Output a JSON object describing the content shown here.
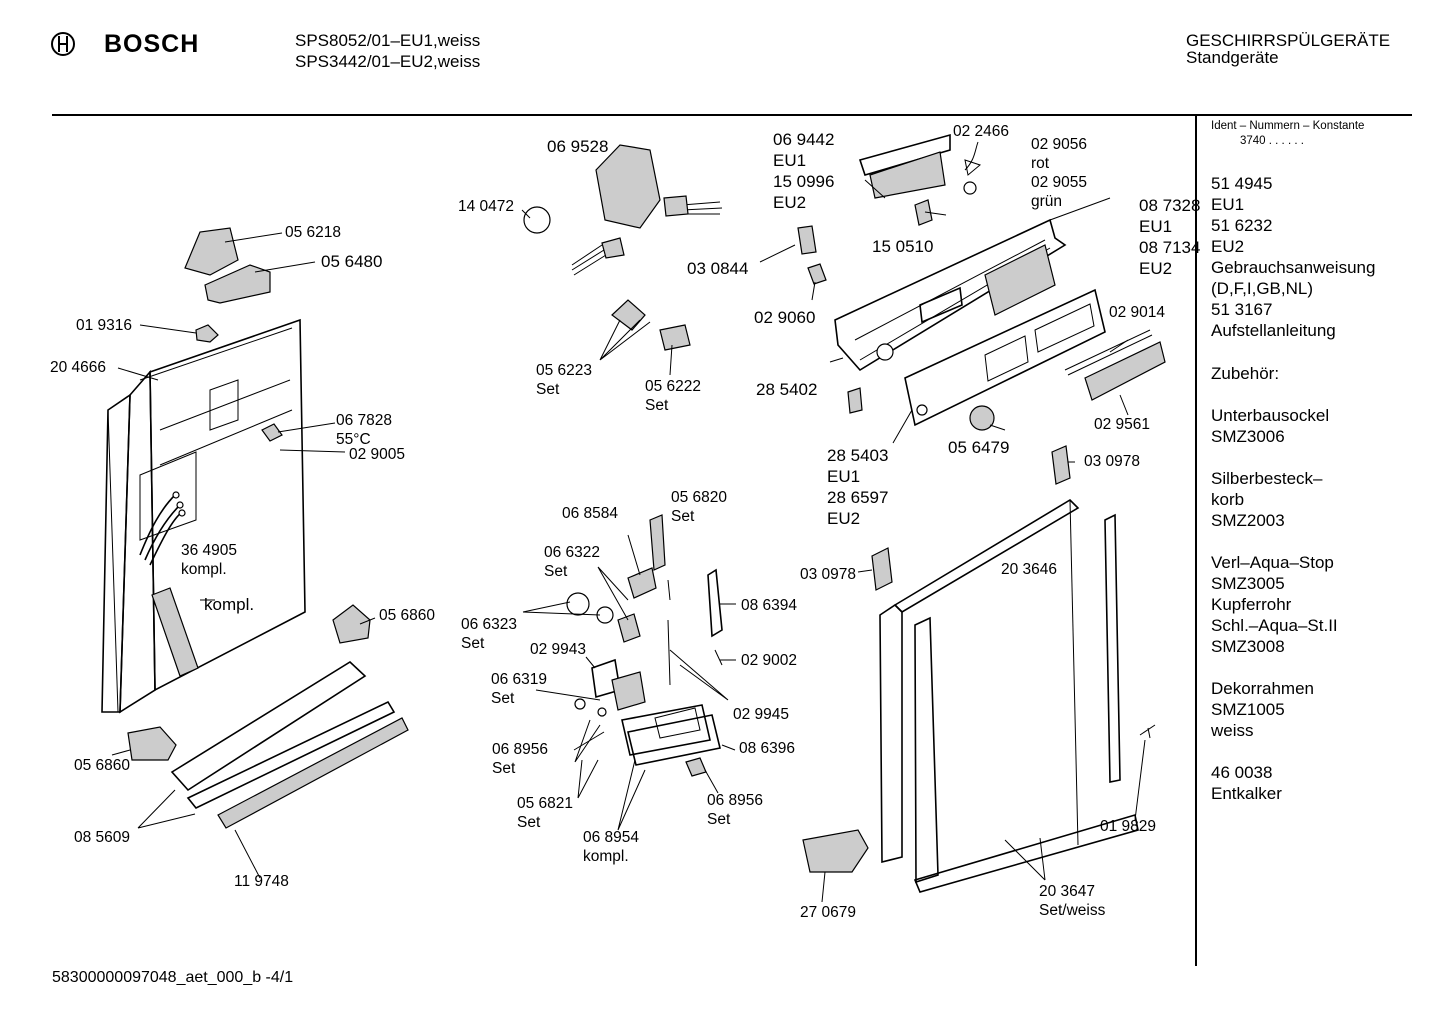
{
  "header": {
    "brand": "BOSCH",
    "model_line_1": "SPS8052/01–EU1,weiss",
    "model_line_2": "SPS3442/01–EU2,weiss",
    "category_line_1": "GESCHIRRSPÜLGERÄTE",
    "category_line_2": "Standgeräte"
  },
  "footer": {
    "doc_code": "58300000097048_aet_000_b -4/1"
  },
  "sidebar": {
    "ident_title": "Ident – Nummern – Konstante",
    "ident_value": "3740 .  .  .  .  .  .",
    "lines": [
      "51 4945",
      "EU1",
      "51 6232",
      "EU2",
      "Gebrauchsanweisung",
      "(D,F,I,GB,NL)",
      "51 3167",
      "Aufstellanleitung",
      "",
      "Zubehör:",
      "",
      "Unterbausockel",
      "SMZ3006",
      "",
      "Silberbesteck–",
      "korb",
      "SMZ2003",
      "",
      "Verl–Aqua–Stop",
      "SMZ3005",
      "Kupferrohr",
      "Schl.–Aqua–St.II",
      "SMZ3008",
      "",
      "Dekorrahmen",
      "SMZ1005",
      "weiss",
      "",
      "46 0038",
      "Entkalker"
    ]
  },
  "parts": {
    "p069528": "06 9528",
    "p140472": "14 0472",
    "p069442": "06 9442",
    "p069442_eu1": "EU1",
    "p150996": "15 0996",
    "p150996_eu2": "EU2",
    "p022466": "02 2466",
    "p029056": "02 9056",
    "p029056_sub": "rot",
    "p029055": "02 9055",
    "p029055_sub": "grün",
    "p087328": "08 7328",
    "p087328_eu1": "EU1",
    "p087134": "08 7134",
    "p087134_eu2": "EU2",
    "p150510": "15 0510",
    "p030844": "03 0844",
    "p029060": "02 9060",
    "p056218": "05 6218",
    "p056480": "05 6480",
    "p019316": "01 9316",
    "p204666": "20 4666",
    "p056223": "05 6223",
    "p056223_sub": "Set",
    "p056222": "05 6222",
    "p056222_sub": "Set",
    "p029014": "02 9014",
    "p285402": "28 5402",
    "p067828": "06 7828",
    "p067828_temp": "55°C",
    "p029005": "02 9005",
    "p285403": "28 5403",
    "p285403_eu1": "EU1",
    "p286597": "28 6597",
    "p286597_eu2": "EU2",
    "p056479": "05 6479",
    "p029561": "02 9561",
    "p030978a": "03 0978",
    "p068584": "06 8584",
    "p056820": "05 6820",
    "p056820_sub": "Set",
    "p066322": "06 6322",
    "p066322_sub": "Set",
    "p364905": "36 4905",
    "p364905_sub": "kompl.",
    "kompl": "kompl.",
    "p030978b": "03 0978",
    "p203646": "20 3646",
    "p086394": "08 6394",
    "p056860a": "05 6860",
    "p066323": "06 6323",
    "p066323_sub": "Set",
    "p029943": "02 9943",
    "p029002": "02 9002",
    "p066319": "06 6319",
    "p066319_sub": "Set",
    "p029945": "02 9945",
    "p056860b": "05 6860",
    "p068956a": "06 8956",
    "p068956a_sub": "Set",
    "p086396": "08 6396",
    "p019829": "01 9829",
    "p056821": "05 6821",
    "p056821_sub": "Set",
    "p068956b": "06 8956",
    "p068956b_sub": "Set",
    "p085609": "08 5609",
    "p068954": "06 8954",
    "p068954_sub": "kompl.",
    "p119748": "11 9748",
    "p270679": "27 0679",
    "p203647": "20 3647",
    "p203647_sub": "Set/weiss"
  }
}
